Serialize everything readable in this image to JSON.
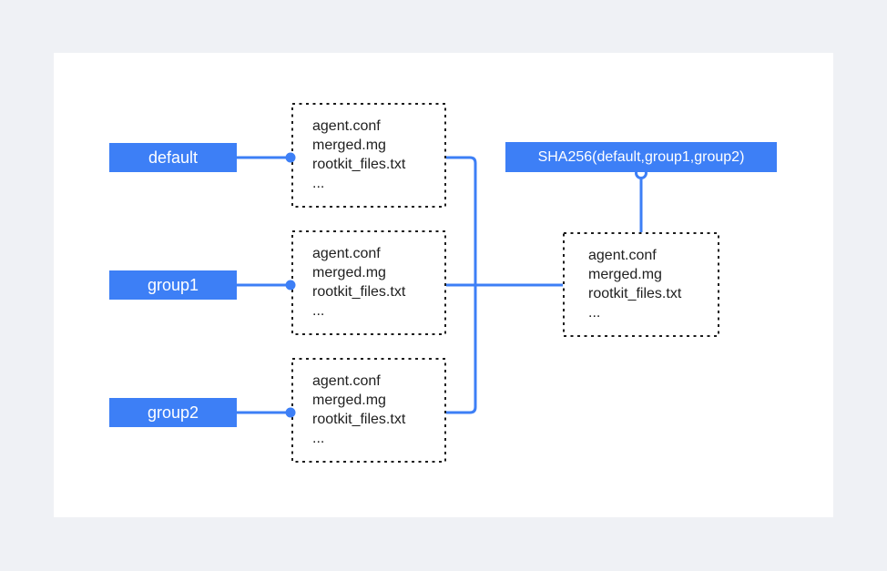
{
  "page": {
    "background": "#eff1f5",
    "card_background": "#ffffff"
  },
  "colors": {
    "accent_blue": "#3d7ff6",
    "dashed_border": "#1b1b1b",
    "file_text": "#1f1f1f",
    "label_text": "#ffffff"
  },
  "diagram": {
    "groups": [
      {
        "label": "default",
        "files": [
          "agent.conf",
          "merged.mg",
          "rootkit_files.txt",
          "..."
        ]
      },
      {
        "label": "group1",
        "files": [
          "agent.conf",
          "merged.mg",
          "rootkit_files.txt",
          "..."
        ]
      },
      {
        "label": "group2",
        "files": [
          "agent.conf",
          "merged.mg",
          "rootkit_files.txt",
          "..."
        ]
      }
    ],
    "merged": {
      "files": [
        "agent.conf",
        "merged.mg",
        "rootkit_files.txt",
        "..."
      ]
    },
    "hash": {
      "label": "SHA256(default,group1,group2)"
    }
  }
}
